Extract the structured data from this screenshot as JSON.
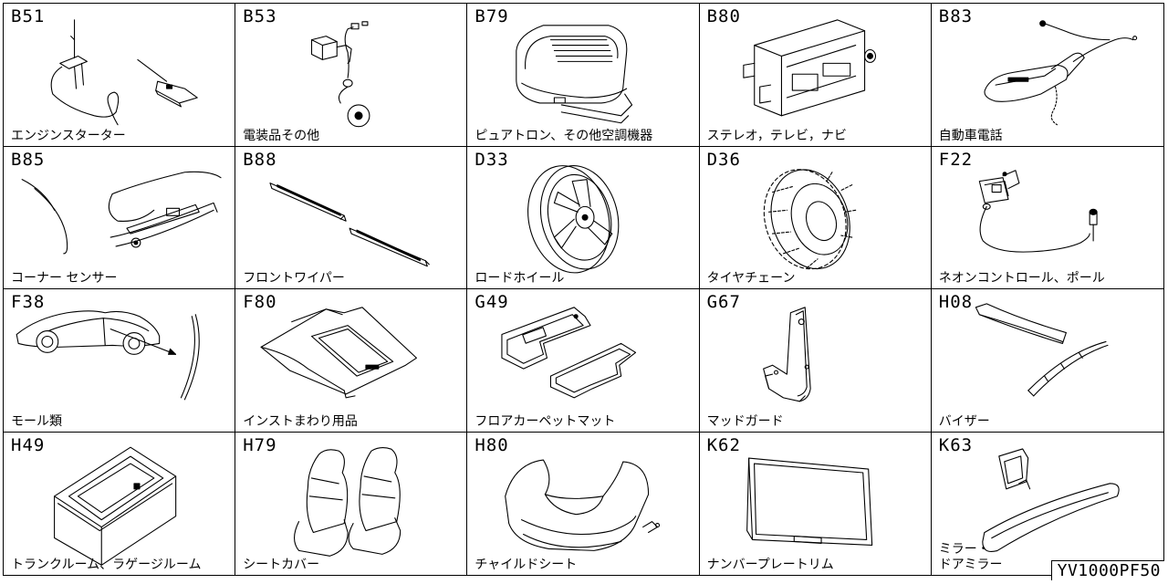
{
  "items": [
    {
      "code": "B51",
      "label": "エンジンスターター",
      "icon": "engine-starter-remote"
    },
    {
      "code": "B53",
      "label": "電装品その他",
      "icon": "electrical-parts"
    },
    {
      "code": "B79",
      "label": "ピュアトロン、その他空調機器",
      "icon": "air-purifier"
    },
    {
      "code": "B80",
      "label": "ステレオ，テレビ，ナビ",
      "icon": "car-stereo"
    },
    {
      "code": "B83",
      "label": "自動車電話",
      "icon": "car-phone"
    },
    {
      "code": "B85",
      "label": "コーナー センサー",
      "icon": "corner-sensor"
    },
    {
      "code": "B88",
      "label": "フロントワイパー",
      "icon": "wiper-blades"
    },
    {
      "code": "D33",
      "label": "ロードホイール",
      "icon": "road-wheel"
    },
    {
      "code": "D36",
      "label": "タイヤチェーン",
      "icon": "tire-chain"
    },
    {
      "code": "F22",
      "label": "ネオンコントロール、ポール",
      "icon": "neon-control-pole"
    },
    {
      "code": "F38",
      "label": "モール類",
      "icon": "body-molding"
    },
    {
      "code": "F80",
      "label": "インストまわり用品",
      "icon": "instrument-tray"
    },
    {
      "code": "G49",
      "label": "フロアカーペットマット",
      "icon": "floor-mats"
    },
    {
      "code": "G67",
      "label": "マッドガード",
      "icon": "mud-guard"
    },
    {
      "code": "H08",
      "label": "バイザー",
      "icon": "visor"
    },
    {
      "code": "H49",
      "label": "トランクルーム、ラゲージルーム",
      "icon": "trunk-box"
    },
    {
      "code": "H79",
      "label": "シートカバー",
      "icon": "seat-covers"
    },
    {
      "code": "H80",
      "label": "チャイルドシート",
      "icon": "child-seat"
    },
    {
      "code": "K62",
      "label": "ナンバープレートリム",
      "icon": "plate-frame"
    },
    {
      "code": "K63",
      "label": "ミラー・\nドアミラー",
      "icon": "mirror"
    }
  ],
  "document_id": "YV1000PF50"
}
